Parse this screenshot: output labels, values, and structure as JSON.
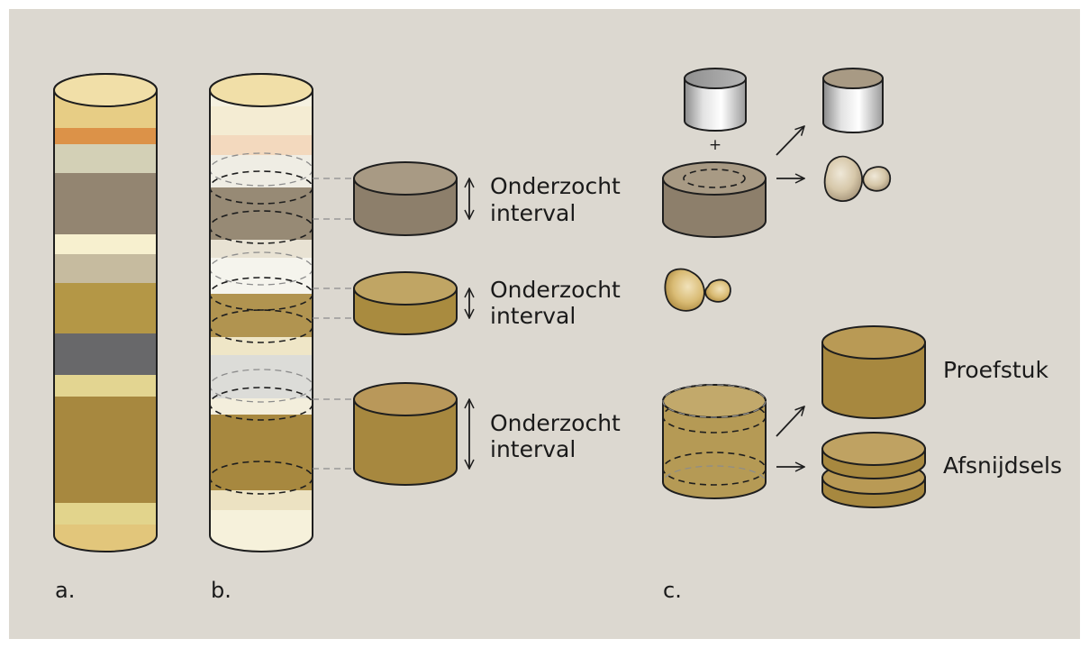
{
  "panels": {
    "a": "a.",
    "b": "b.",
    "c": "c."
  },
  "intervals": [
    {
      "line1": "Onderzocht",
      "line2": "interval"
    },
    {
      "line1": "Onderzocht",
      "line2": "interval"
    },
    {
      "line1": "Onderzocht",
      "line2": "interval"
    }
  ],
  "plus_sign": "+",
  "labels": {
    "sample": "Proefstuk",
    "offcuts": "Afsnijdsels"
  },
  "colors": {
    "background": "#dcd8d0",
    "outline": "#1e1e1e",
    "gray_brown": "#978a75",
    "gold": "#b19450",
    "dark_gold": "#a7883f",
    "dark_gray": "#68686a",
    "steel": "#c4c4c4"
  }
}
